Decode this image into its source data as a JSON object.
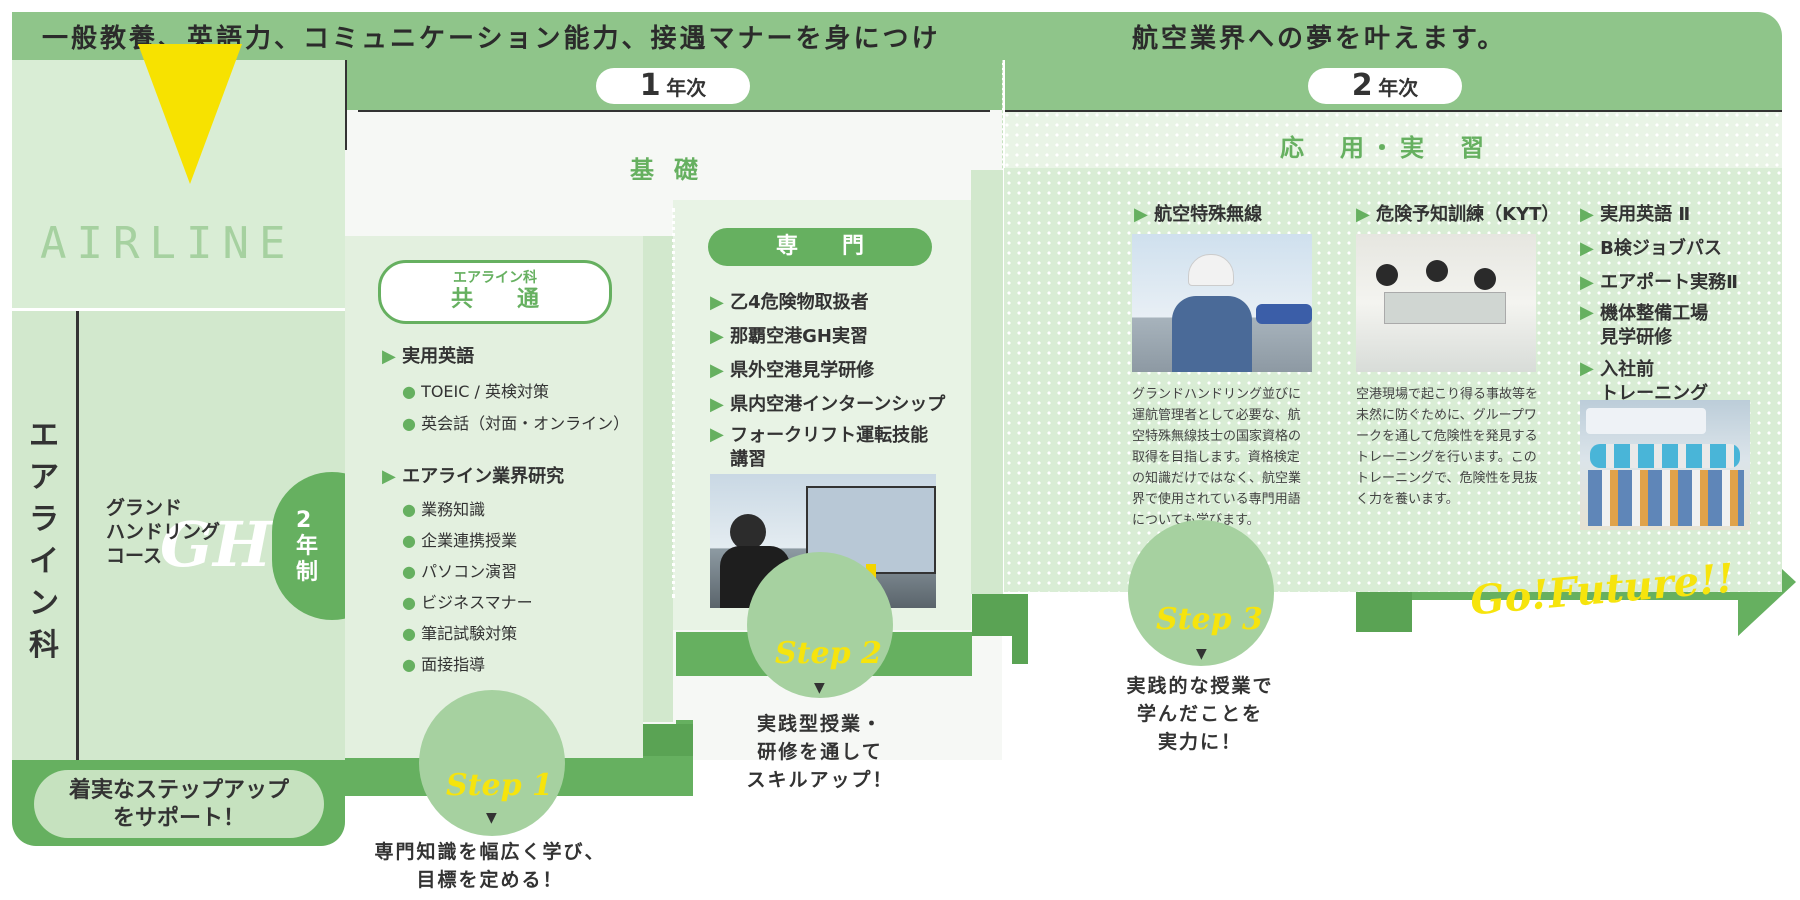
{
  "banner": {
    "left_text": "一般教養、英語力、コミュニケーション能力、接遇マナーを身につけ",
    "right_text": "航空業界への夢を叶えます。"
  },
  "department": {
    "airline_word": "AIRLINE",
    "title": "エアライン科",
    "course_name": "グランド\nハンドリング\nコース",
    "course_logo": "GH",
    "years_label": "2\n年\n制",
    "support_text": "着実なステップアップ\nをサポート！"
  },
  "year1": {
    "num": "1",
    "label": "年次",
    "section": "基礎",
    "common": {
      "dept": "エアライン科",
      "title": "共　　通",
      "groups": [
        {
          "heading": "実用英語",
          "items": [
            "TOEIC / 英検対策",
            "英会話（対面・オンライン）"
          ]
        },
        {
          "heading": "エアライン業界研究",
          "items": [
            "業務知識",
            "企業連携授業",
            "パソコン演習",
            "ビジネスマナー",
            "筆記試験対策",
            "面接指導"
          ]
        }
      ]
    },
    "specialty": {
      "title": "専　　門",
      "items": [
        "乙4危険物取扱者",
        "那覇空港GH実習",
        "県外空港見学研修",
        "県内空港インターンシップ",
        "フォークリフト運転技能\n講習"
      ]
    }
  },
  "year2": {
    "num": "2",
    "label": "年次",
    "section": "応　用・実　習",
    "col1": {
      "heading": "航空特殊無線",
      "desc": "グランドハンドリング並びに運航管理者として必要な、航空特殊無線技士の国家資格の取得を目指します。資格検定の知識だけではなく、航空業界で使用されている専門用語についても学びます。"
    },
    "col2": {
      "heading": "危険予知訓練（KYT）",
      "desc": "空港現場で起こり得る事故等を未然に防ぐために、グループワークを通して危険性を発見するトレーニングを行います。このトレーニングで、危険性を見抜く力を養います。"
    },
    "col3": {
      "items": [
        "実用英語 Ⅱ",
        "B検ジョブパス",
        "エアポート実務Ⅱ",
        "機体整備工場\n見学研修",
        "入社前\nトレーニング"
      ]
    }
  },
  "steps": [
    {
      "label": "Step 1",
      "caption": "専門知識を幅広く学び、\n目標を定める！"
    },
    {
      "label": "Step 2",
      "caption": "実践型授業・\n研修を通して\nスキルアップ！"
    },
    {
      "label": "Step 3",
      "caption": "実践的な授業で\n学んだことを\n実力に！"
    }
  ],
  "go_future": "Go!Future!!",
  "colors": {
    "green": "#66b060",
    "light_green": "#8fc58a",
    "pale_green": "#e3f0df",
    "yellow": "#f6e40d"
  },
  "icons": {
    "bullet": "triangle-right-icon",
    "sub_bullet": "dot-icon",
    "caret": "caret-down-icon"
  }
}
